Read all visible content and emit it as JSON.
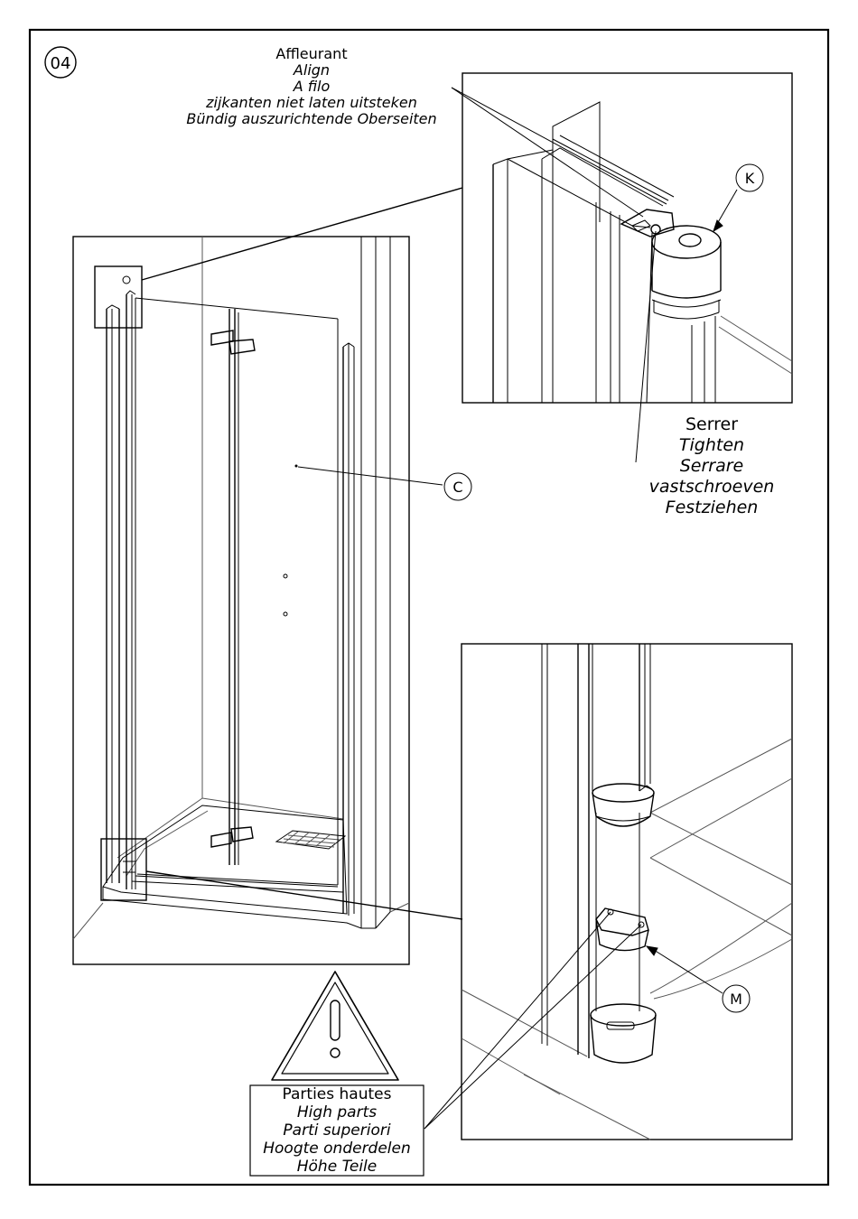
{
  "step": {
    "number": "04"
  },
  "align_note": {
    "lines": [
      "Affleurant",
      "Align",
      "A filo",
      "zijkanten niet laten uitsteken",
      "Bündig auszurichtende Oberseiten"
    ]
  },
  "tighten_note": {
    "lines": [
      "Serrer",
      "Tighten",
      "Serrare",
      "vastschroeven",
      "Festziehen"
    ]
  },
  "warning_note": {
    "lines": [
      "Parties hautes",
      "High parts",
      "Parti superiori",
      "Hoogte onderdelen",
      "Höhe Teile"
    ]
  },
  "callouts": {
    "c": "C",
    "k": "K",
    "m": "M"
  },
  "warning_icon": "warning-triangle-icon"
}
